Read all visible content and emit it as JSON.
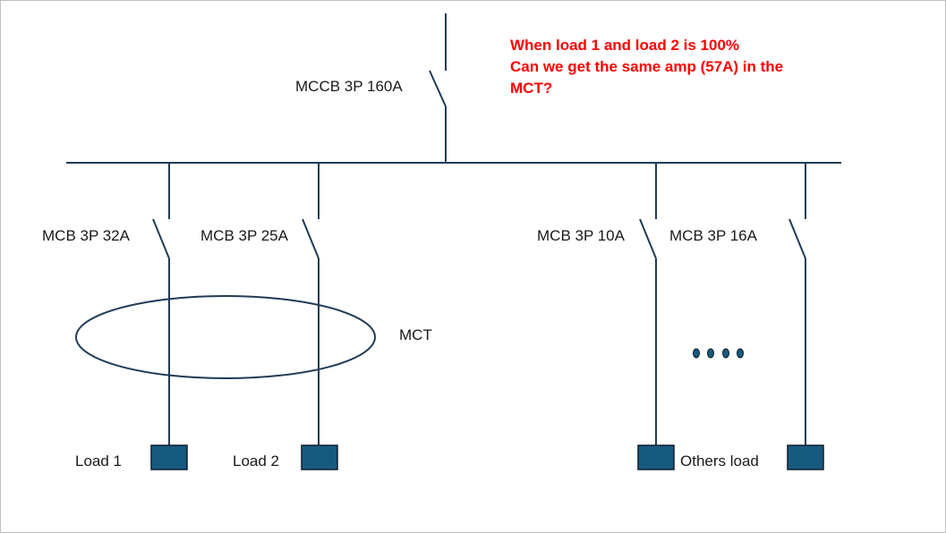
{
  "labels": {
    "main_breaker": "MCCB 3P 160A",
    "mcb_1": "MCB 3P 32A",
    "mcb_2": "MCB 3P 25A",
    "mcb_3": "MCB 3P 10A",
    "mcb_4": "MCB 3P 16A",
    "mct": "MCT",
    "load_1": "Load 1",
    "load_2": "Load 2",
    "others_load": "Others load"
  },
  "question": {
    "line_1": "When load 1 and load 2 is 100%",
    "line_2": "Can we get the same amp (57A) in the",
    "line_3": "MCT?"
  },
  "colors": {
    "line": "#1f3b57",
    "load_fill": "#175a80",
    "question_text": "#ff0000"
  }
}
